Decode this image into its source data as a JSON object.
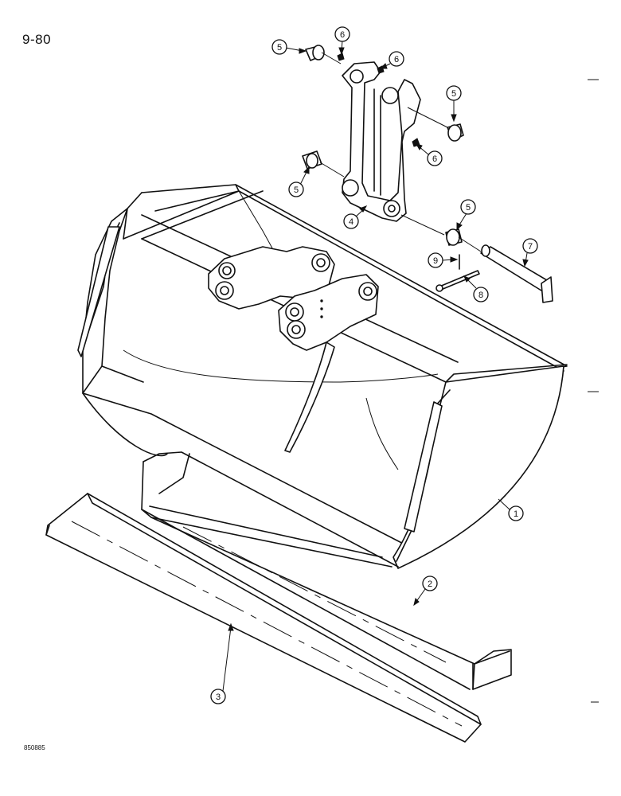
{
  "page": {
    "page_number": "9-80",
    "figure_code": "850885"
  },
  "callouts": [
    {
      "id": "c1",
      "label": "1",
      "part": "bucket"
    },
    {
      "id": "c2",
      "label": "2",
      "part": "cutting-edge"
    },
    {
      "id": "c3",
      "label": "3",
      "part": "cutting-edge-bolt-on"
    },
    {
      "id": "c4",
      "label": "4",
      "part": "link"
    },
    {
      "id": "c5a",
      "label": "5",
      "part": "bushing-top-left"
    },
    {
      "id": "c5b",
      "label": "5",
      "part": "bushing-top-right"
    },
    {
      "id": "c5c",
      "label": "5",
      "part": "bushing-lower-left"
    },
    {
      "id": "c5d",
      "label": "5",
      "part": "bushing-lower-right"
    },
    {
      "id": "c6a",
      "label": "6",
      "part": "grease-fitting-top"
    },
    {
      "id": "c6b",
      "label": "6",
      "part": "grease-fitting-top-right"
    },
    {
      "id": "c6c",
      "label": "6",
      "part": "grease-fitting-side"
    },
    {
      "id": "c7",
      "label": "7",
      "part": "pin"
    },
    {
      "id": "c8",
      "label": "8",
      "part": "bolt"
    },
    {
      "id": "c9",
      "label": "9",
      "part": "spring-pin"
    }
  ]
}
